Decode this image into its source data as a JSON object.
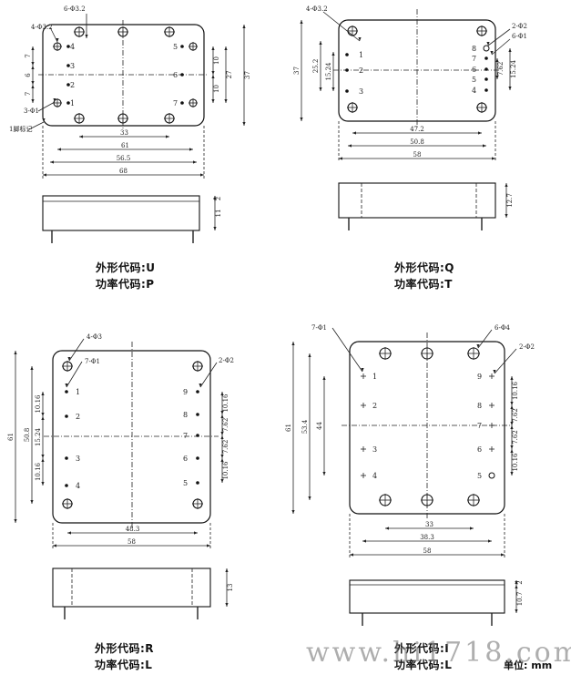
{
  "panels": [
    {
      "id": "U",
      "caption_shape": "外形代码:U",
      "caption_power": "功率代码:P",
      "callouts": [
        "6-Φ3.2",
        "4-Φ3.2",
        "3-Φ1",
        "1脚标记"
      ],
      "pins_left": [
        "4",
        "3",
        "2",
        "1"
      ],
      "pins_right": [
        "5",
        "6",
        "7"
      ],
      "dims": {
        "w_outer": "68",
        "w_holes": "56.5",
        "w_inner": "61",
        "w_pins": "33",
        "h_outer": "37",
        "h_pins": "27",
        "h_a": "10",
        "h_b": "10",
        "left_a": "7",
        "left_b": "6",
        "left_c": "7",
        "side_top": "2",
        "side_h": "11"
      }
    },
    {
      "id": "Q",
      "caption_shape": "外形代码:Q",
      "caption_power": "功率代码:T",
      "callouts": [
        "4-Φ3.2",
        "2-Φ2",
        "6-Φ1"
      ],
      "pins_left": [
        "1",
        "2",
        "3"
      ],
      "pins_right": [
        "8",
        "7",
        "6",
        "5",
        "4"
      ],
      "dims": {
        "w_outer": "58",
        "w_holes": "50.8",
        "w_pins": "47.2",
        "h_outer": "37",
        "h_left_a": "25.2",
        "h_left_b": "15.24",
        "h_right_a": "7.62",
        "h_right_b": "15.24",
        "side_h": "12.7"
      }
    },
    {
      "id": "R",
      "caption_shape": "外形代码:R",
      "caption_power": "功率代码:L",
      "callouts": [
        "4-Φ3",
        "7-Φ1",
        "2-Φ2"
      ],
      "pins_left": [
        "1",
        "2",
        "3",
        "4"
      ],
      "pins_right": [
        "9",
        "8",
        "7",
        "6",
        "5"
      ],
      "dims": {
        "w_outer": "58",
        "w_holes": "48.3",
        "h_outer": "61",
        "h_holes": "50.8",
        "l_a": "10.16",
        "l_b": "15.24",
        "l_c": "10.16",
        "r_a": "10.16",
        "r_b": "7.62",
        "r_c": "7.62",
        "r_d": "10.16",
        "side_h": "13"
      }
    },
    {
      "id": "I",
      "caption_shape": "外形代码:I",
      "caption_power": "功率代码:L",
      "callouts": [
        "7-Φ1",
        "6-Φ4",
        "2-Φ2"
      ],
      "pins_left": [
        "1",
        "2",
        "3",
        "4"
      ],
      "pins_right": [
        "9",
        "8",
        "7",
        "6",
        "5"
      ],
      "dims": {
        "w_outer": "58",
        "w_holes": "38.3",
        "w_inner": "33",
        "h_outer": "61",
        "h_holes": "53.4",
        "h_pins": "44",
        "r_a": "10.16",
        "r_b": "7.62",
        "r_c": "7.62",
        "r_d": "10.16",
        "side_top": "2",
        "side_h": "10.7"
      }
    }
  ],
  "unit_label": "单位: mm",
  "watermark": "www.hi1718.com"
}
